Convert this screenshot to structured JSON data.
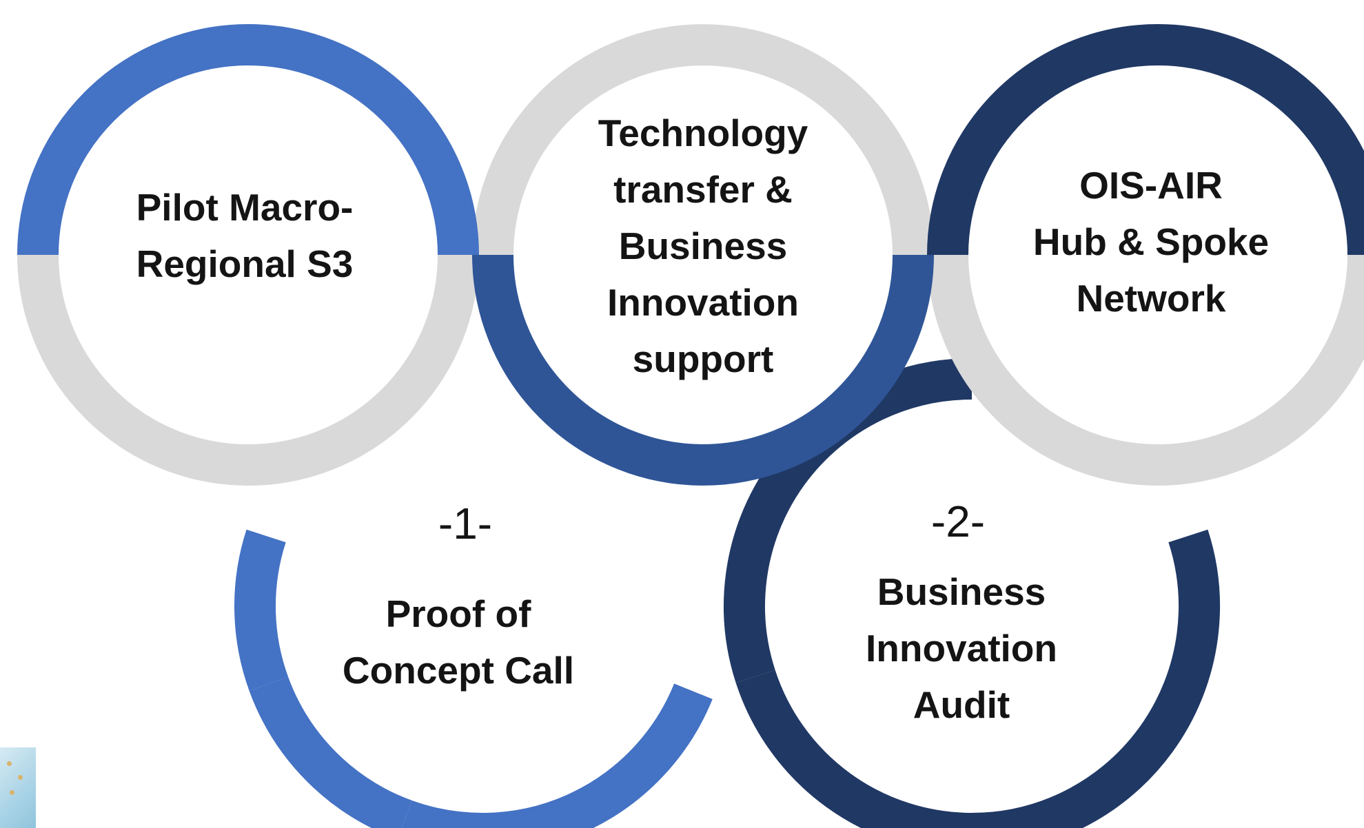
{
  "colors": {
    "ring_gray": "#d9d9d9",
    "medium_blue": "#4472c4",
    "mid_navy": "#2f5597",
    "dark_navy": "#203864",
    "text": "#141414"
  },
  "circles": [
    {
      "id": "pilot",
      "lines": [
        "Pilot Macro-",
        "Regional S3"
      ]
    },
    {
      "id": "tech",
      "lines": [
        "Technology",
        "transfer &",
        "Business",
        "Innovation",
        "support"
      ]
    },
    {
      "id": "ois",
      "lines": [
        "OIS-AIR",
        "Hub & Spoke",
        "Network"
      ]
    }
  ],
  "steps": [
    {
      "id": "step1",
      "number": "-1-",
      "lines": [
        "Proof of",
        "Concept Call"
      ]
    },
    {
      "id": "step2",
      "number": "-2-",
      "lines": [
        "Business",
        "Innovation",
        "Audit"
      ]
    }
  ],
  "corner_thumbnail": {
    "icon": "image-thumbnail-icon"
  }
}
